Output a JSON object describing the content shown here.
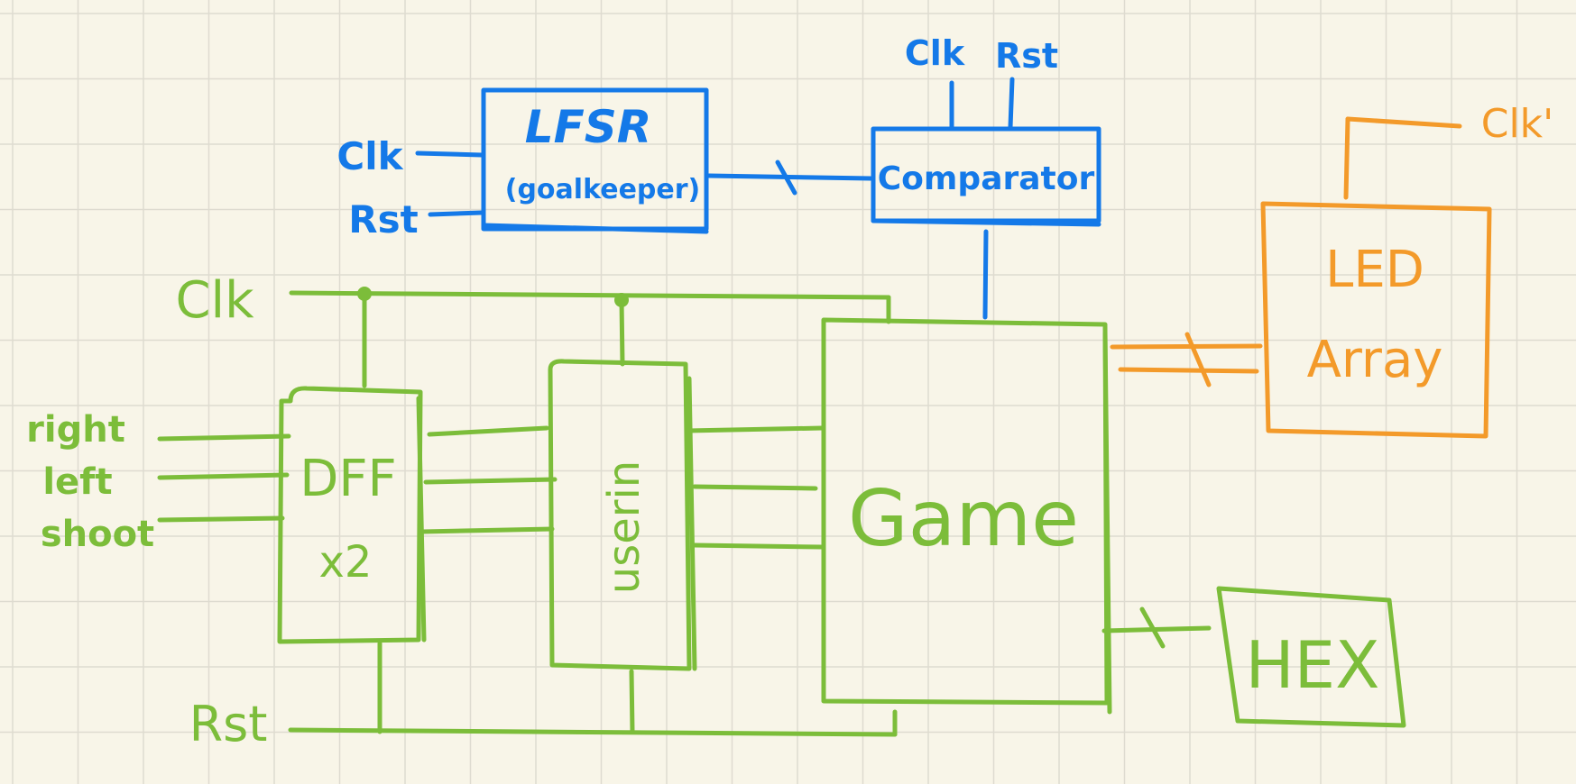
{
  "colors": {
    "paper": "#f8f5e8",
    "grid": "#dedbd0",
    "blue": "#1479e8",
    "green": "#7cbd3a",
    "orange": "#f39a2a"
  },
  "blocks": {
    "lfsr_title": "LFSR",
    "lfsr_sub": "(goalkeeper)",
    "comparator": "Comparator",
    "dff": "DFF",
    "dff_mult": "x2",
    "userin": "userin",
    "game": "Game",
    "led_line1": "LED",
    "led_line2": "Array",
    "hex": "HEX"
  },
  "signals": {
    "lfsr_clk": "Clk",
    "lfsr_rst": "Rst",
    "cmp_clk": "Clk",
    "cmp_rst": "Rst",
    "main_clk": "Clk",
    "main_rst": "Rst",
    "led_clk": "Clk'",
    "right": "right",
    "left": "left",
    "shoot": "shoot"
  }
}
